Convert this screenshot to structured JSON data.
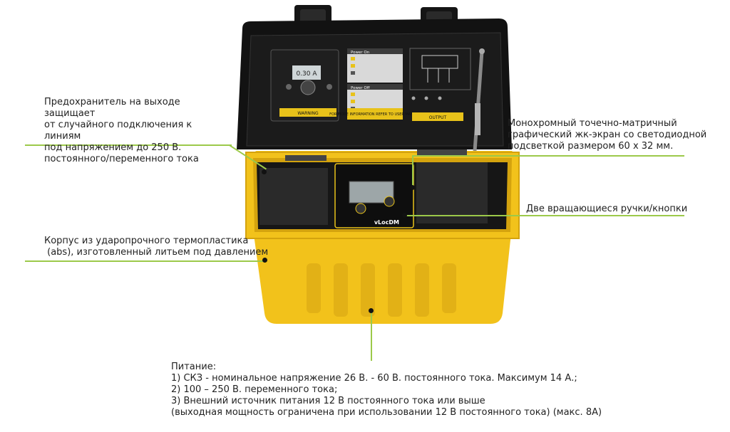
{
  "callouts": {
    "fuse": {
      "lines": [
        "Предохранитель на выходе защищает",
        "от случайного подключения к линиям",
        "под напряжением до 250 В.",
        "постоянного/переменного тока"
      ]
    },
    "lcd": {
      "lines": [
        "Монохромный точечно-матричный",
        "графический жк-экран со светодиодной",
        "подсветкой размером 60 x 32 мм."
      ]
    },
    "knobs": {
      "lines": [
        "Две вращающиеся ручки/кнопки"
      ]
    },
    "housing": {
      "lines": [
        "Корпус из ударопрочного термопластика",
        " (abs), изготовленный литьем под давлением"
      ]
    }
  },
  "power": {
    "title": "Питание:",
    "items": [
      "1) СКЗ  - номинальное напряжение 26 В. - 60 В. постоянного тока. Максимум 14 А.;",
      "2) 100 – 250 В. переменного тока;",
      "3) Внешний источник питания 12 В постоянного тока или выше",
      "(выходная мощность ограничена при использовании 12 В постоянного тока) (макс. 8А)"
    ]
  },
  "device": {
    "brand": "vLocDM",
    "lid_screen_value": "0.30 A",
    "panel_heading_on": "Power On",
    "panel_heading_off": "Power Off",
    "warning_label": "WARNING",
    "output_label": "OUTPUT",
    "manual_note": "FOR MORE INFORMATION REFER TO USER MANUAL",
    "colors": {
      "case_yellow": "#f2c21b",
      "case_shadow": "#d4a30e",
      "lid_black": "#121212",
      "accent_green": "#9cc94a"
    }
  }
}
